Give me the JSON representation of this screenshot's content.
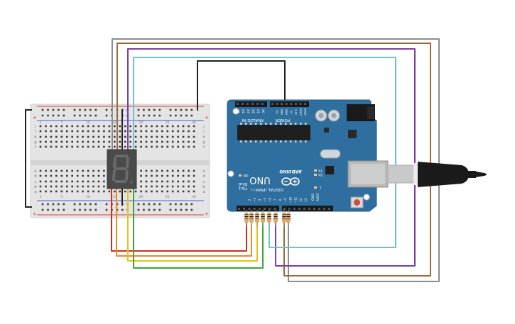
{
  "arduino": {
    "model": "UNO",
    "brand": "ARDUINO",
    "power_header": "POWER",
    "analog_header": "ANALOG IN",
    "digital_header": "DIGITAL (PWM~)",
    "on_label": "ON",
    "tx_label": "TX",
    "rx_label": "RX",
    "l_label": "L",
    "aref_label": "AREF",
    "gnd_label": "GND",
    "tx_pin_label": "TX▸1",
    "rx_pin_label": "RX◂0",
    "analog_pins": [
      "A0",
      "A1",
      "A2",
      "A3",
      "A4",
      "A5"
    ],
    "power_pins": [
      "IOREF",
      "RESET",
      "3.3V",
      "5V",
      "GND",
      "GND",
      "Vin"
    ],
    "digital_pins": [
      "13",
      "12",
      "~11",
      "~10",
      "~9",
      "8",
      "7",
      "~6",
      "~5",
      "4",
      "~3",
      "2"
    ]
  },
  "display": {
    "digit": "8"
  },
  "breadboard": {
    "rows_top": [
      "j",
      "i",
      "h",
      "g",
      "f"
    ],
    "rows_bottom": [
      "e",
      "d",
      "c",
      "b",
      "a"
    ],
    "columns": [
      "1",
      "5",
      "10",
      "15",
      "20",
      "25",
      "30"
    ]
  },
  "colors": {
    "arduino_body": "#2f6f9f",
    "arduino_edge": "#245a82",
    "wire_gray": "#8c8c8c",
    "wire_brown": "#9a6a3c",
    "wire_purple": "#7b3f9e",
    "wire_cyan": "#6ec3c9",
    "wire_black": "#222222",
    "wire_red": "#d42a1f",
    "wire_orange": "#ee8a1a",
    "wire_yellow": "#e6c414",
    "wire_green": "#3aa635",
    "rail_red": "#d93a3a",
    "rail_blue": "#3b66c4"
  }
}
